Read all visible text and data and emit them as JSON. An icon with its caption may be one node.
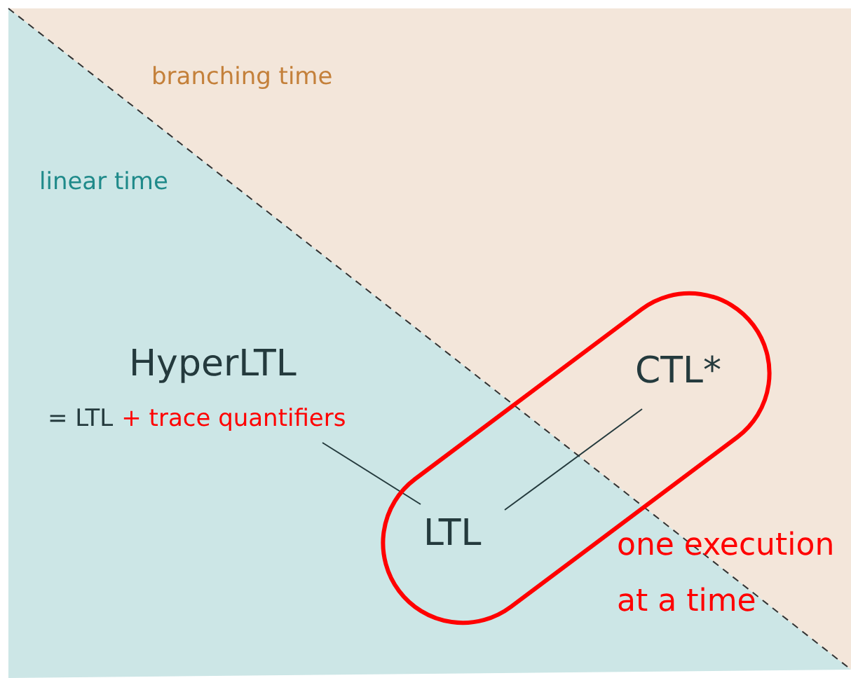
{
  "diagram": {
    "nodes": [
      {
        "text": [
          "HyperLTL",
          "= LTL",
          "+ trace quantifiers"
        ]
      },
      {
        "text": [],
        "shape": "pill",
        "beside": [
          "one execution at a time"
        ]
      },
      {
        "text": [
          "LTL"
        ],
        "in": 1
      },
      {
        "text": [
          "CTL*"
        ],
        "in": 1
      }
    ],
    "edges": [
      {
        "from": 0,
        "to": 2,
        "arrow": "none"
      },
      {
        "from": 2,
        "to": 3,
        "arrow": "none"
      }
    ],
    "labels": [
      "branching time",
      "linear time"
    ]
  }
}
